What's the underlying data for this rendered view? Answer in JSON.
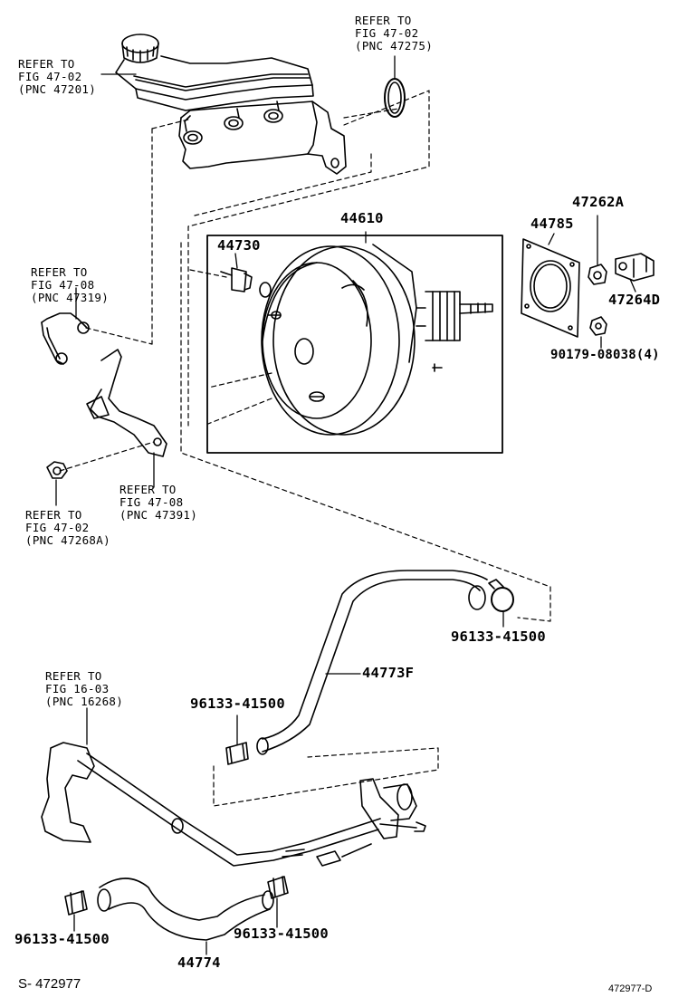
{
  "references": {
    "ref_47275": [
      "REFER TO",
      "FIG 47-02",
      "(PNC 47275)"
    ],
    "ref_47201": [
      "REFER TO",
      "FIG 47-02",
      "(PNC 47201)"
    ],
    "ref_47319": [
      "REFER TO",
      "FIG 47-08",
      "(PNC 47319)"
    ],
    "ref_47391": [
      "REFER TO",
      "FIG 47-08",
      "(PNC 47391)"
    ],
    "ref_47268A": [
      "REFER TO",
      "FIG 47-02",
      "(PNC 47268A)"
    ],
    "ref_16268": [
      "REFER TO",
      "FIG 16-03",
      "(PNC 16268)"
    ]
  },
  "parts": {
    "p44610": "44610",
    "p44730": "44730",
    "p44785": "44785",
    "p47262A": "47262A",
    "p47264D": "47264D",
    "p90179": "90179-08038(4)",
    "p96133_a": "96133-41500",
    "p44773F": "44773F",
    "p96133_b": "96133-41500",
    "p96133_c": "96133-41500",
    "p96133_d": "96133-41500",
    "p44774": "44774"
  },
  "footer": {
    "left_code": "S- 472977",
    "right_code": "472977-D"
  }
}
